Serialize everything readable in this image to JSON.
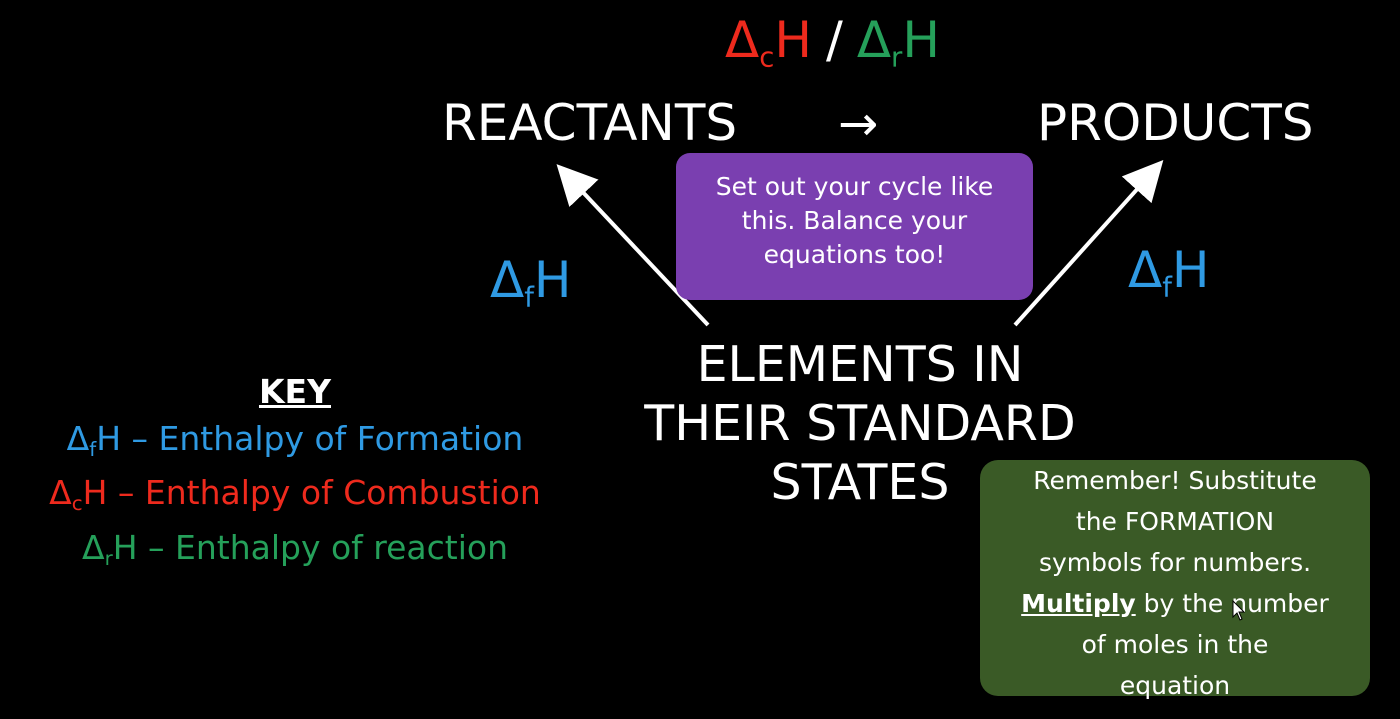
{
  "header": {
    "delta": "Δ",
    "combustion_sub": "c",
    "reaction_sub": "r",
    "h": "H",
    "slash": "/"
  },
  "cycle": {
    "reactants": "REACTANTS",
    "arrow": "→",
    "products": "PRODUCTS",
    "elements_line1": "ELEMENTS IN",
    "elements_line2": "THEIR STANDARD",
    "elements_line3": "STATES",
    "formation_sub": "f"
  },
  "callouts": {
    "purple_line1": "Set out your cycle like",
    "purple_line2": "this. Balance your",
    "purple_line3": "equations too!",
    "green_line1": "Remember! Substitute",
    "green_line2": "the FORMATION",
    "green_line3": "symbols for numbers.",
    "green_multiply": "Multiply",
    "green_line4_rest": " by the number",
    "green_line5": "of moles in the",
    "green_line6": "equation"
  },
  "key": {
    "title": "KEY",
    "formation_text": " – Enthalpy of Formation",
    "combustion_text": " – Enthalpy of Combustion",
    "reaction_text": " – Enthalpy of reaction"
  },
  "colors": {
    "formation": "#2f9ae3",
    "combustion": "#ee2a1d",
    "reaction": "#25a05a",
    "purple_box": "#7a3fb0",
    "green_box": "#3a5a26",
    "background": "#000000"
  },
  "icons": {
    "cursor": "mouse-pointer-icon"
  }
}
